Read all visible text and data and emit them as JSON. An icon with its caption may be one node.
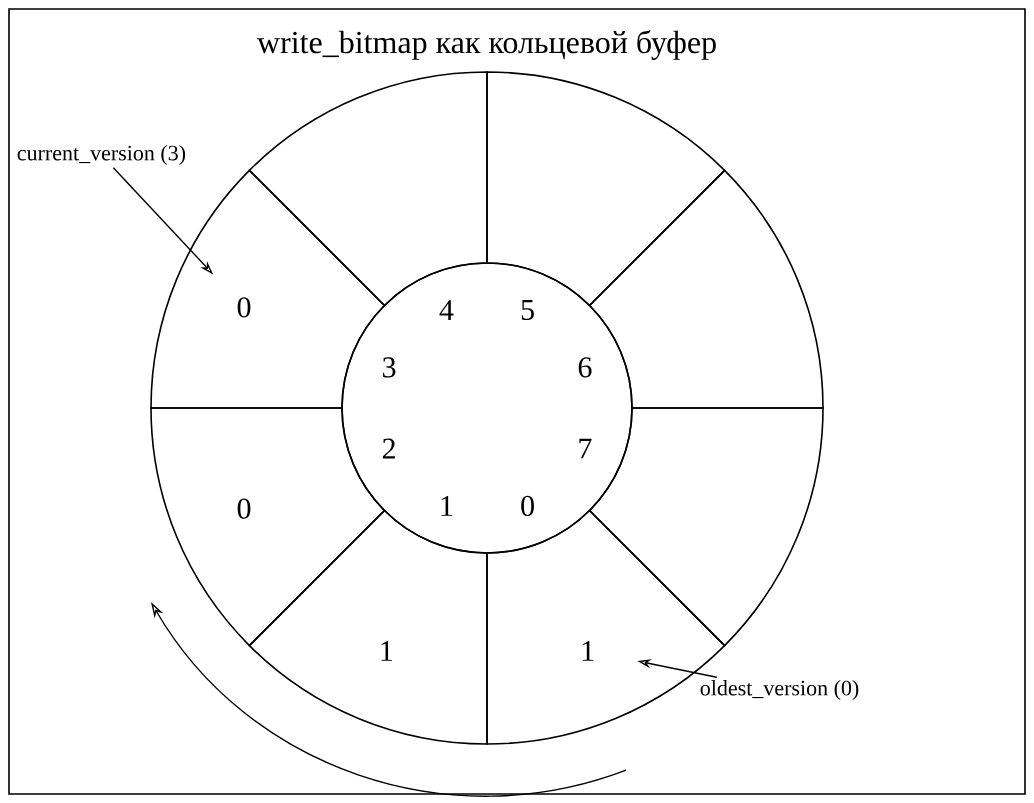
{
  "diagram": {
    "title": "write_bitmap как кольцевой буфер",
    "nodes": [
      {
        "text": [
          "current_version (3)"
        ]
      },
      {
        "text": [],
        "shape": "sector",
        "beside": [
          "4"
        ]
      },
      {
        "text": [],
        "shape": "sector",
        "beside": [
          "5"
        ]
      },
      {
        "text": [
          "0"
        ],
        "beside": [
          "3"
        ]
      },
      {
        "text": [],
        "shape": "sector",
        "beside": [
          "6"
        ]
      },
      {
        "text": [
          "0"
        ],
        "beside": [
          "2"
        ]
      },
      {
        "text": [],
        "shape": "sector",
        "beside": [
          "7"
        ]
      },
      {
        "text": [
          "1"
        ],
        "beside": [
          "1"
        ]
      },
      {
        "text": [
          "1"
        ],
        "beside": [
          "0"
        ]
      },
      {
        "text": [
          "oldest_version (0)"
        ]
      }
    ],
    "edges": [
      {
        "from": 0,
        "to": 3,
        "arrow": "to"
      },
      {
        "from": 9,
        "to": 8,
        "arrow": "to"
      }
    ]
  }
}
